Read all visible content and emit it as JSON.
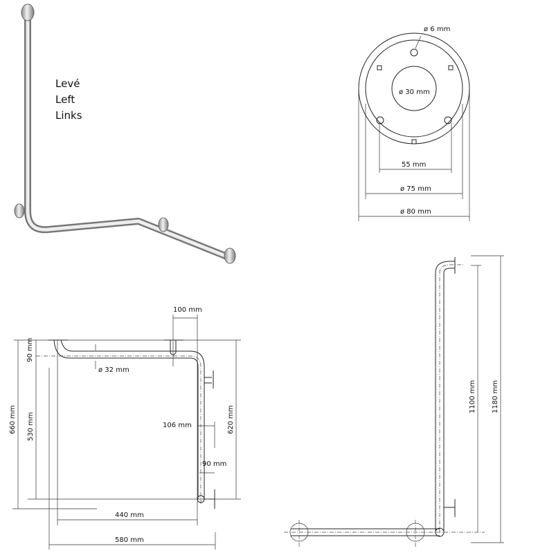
{
  "product_labels": [
    "Levé",
    "Left",
    "Links"
  ],
  "flange_view": {
    "hole_diameter": "ø 6 mm",
    "center_diameter": "ø 30 mm",
    "hole_spacing": "55 mm",
    "inner_diameter": "ø 75 mm",
    "outer_diameter": "ø 80 mm"
  },
  "front_view": {
    "offset_top": "100 mm",
    "height_90": "90 mm",
    "tube_diameter": "ø 32 mm",
    "height_660": "660 mm",
    "height_530": "530 mm",
    "height_620": "620 mm",
    "depth_106": "106 mm",
    "depth_90": "90 mm",
    "width_440": "440 mm",
    "width_580": "580 mm"
  },
  "side_view": {
    "height_1100": "1100 mm",
    "height_1180": "1180 mm"
  }
}
